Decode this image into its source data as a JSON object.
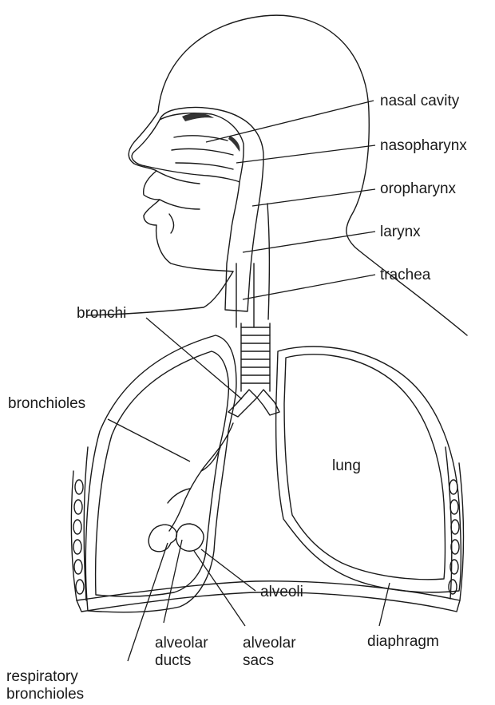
{
  "colors": {
    "airway": "#e3b8bb",
    "lung": "#74b6e3",
    "outline": "#1a1a1a",
    "background": "#ffffff"
  },
  "labels": {
    "nasal_cavity": "nasal cavity",
    "nasopharynx": "nasopharynx",
    "oropharynx": "oropharynx",
    "larynx": "larynx",
    "trachea": "trachea",
    "bronchi": "bronchi",
    "bronchioles": "bronchioles",
    "lung": "lung",
    "alveoli": "alveoli",
    "alveolar_ducts": [
      "alveolar",
      "ducts"
    ],
    "alveolar_sacs": [
      "alveolar",
      "sacs"
    ],
    "diaphragm": "diaphragm",
    "respiratory_bronchioles": [
      "respiratory",
      "bronchioles"
    ]
  }
}
